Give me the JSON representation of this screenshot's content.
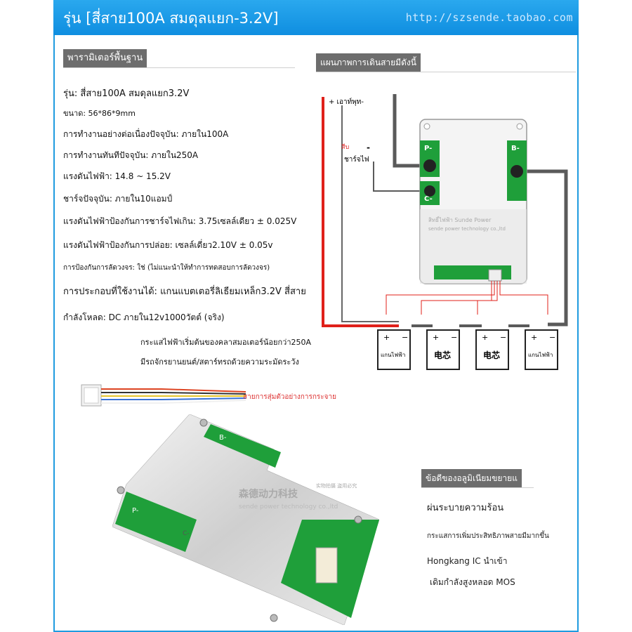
{
  "header": {
    "title": "รุ่น [สี่สาย100A สมดุลแยก-3.2V]",
    "url": "http://szsende.taobao.com"
  },
  "sections": {
    "params_title": "พารามิเตอร์พื้นฐาน",
    "wiring_title": "แผนภาพการเดินสายมีดังนี้",
    "advantages_title": "ข้อดีของอลูมิเนียมขยายแ"
  },
  "params": [
    "รุ่น: สี่สาย100A สมดุลแยก3.2V",
    "ขนาด: 56*86*9mm",
    "การทำงานอย่างต่อเนื่องปัจจุบัน: ภายใน100A",
    "การทำงานทันทีปัจจุบัน: ภายใน250A",
    "แรงดันไฟฟ้า: 14.8 ~ 15.2V",
    "ชาร์จปัจจุบัน: ภายใน10แอมป์",
    "แรงดันไฟฟ้าป้องกันการชาร์จไฟเกิน: 3.75เซลล์เดียว ± 0.025V",
    "แรงดันไฟฟ้าป้องกันการปล่อย: เซลล์เดี่ยว2.10V ± 0.05v",
    "การป้องกันการลัดวงจร: ใช่ (ไม่แนะนำให้ทำการทดสอบการลัดวงจร)",
    "การประกอบที่ใช้งานได้: แกนแบตเตอรี่ลิเธียมเหล็ก3.2V สี่สาย",
    "กำลังโหลด: DC ภายใน12v1000วัตต์ (จริง)"
  ],
  "notes": [
    "กระแสไฟฟ้าเริ่มต้นของคลาสมอเตอร์น้อยกว่า250A",
    "มีรถจักรยานยนต์/สตาร์ทรถด้วยความระมัดระวัง"
  ],
  "cable_label": "สายการสุ่มตัวอย่างการกระจาย",
  "diagram": {
    "output_label": "+ เอาท์พุท-",
    "charge_minus": "สีบ",
    "charge_label": "ชาร์จไฟ",
    "dash": "-",
    "pad_p": "P-",
    "pad_c": "C-",
    "pad_b": "B-",
    "brand_line1": "สิทธิ์ไฟฟ้า Sunde Power",
    "brand_line2": "sende power technology co.,ltd",
    "cells": [
      "แกนไฟฟ้า",
      "电芯",
      "电芯",
      "แกนไฟฟ้า"
    ],
    "plus": "+",
    "minus": "−"
  },
  "board": {
    "watermark_cn": "森德动力科技",
    "watermark_small": "实物拍摄 盗用必究",
    "watermark_en": "sende power technology co.,ltd",
    "pad_b": "B-",
    "pad_p": "P-",
    "pad_c": "C-"
  },
  "advantages": [
    "ผ่นระบายความร้อน",
    "กระแสการเพิ่มประสิทธิภาพสายมีมากขึ้น",
    "Hongkang IC นำเข้า",
    "เดิมกำลังสูงหลอด MOS"
  ],
  "colors": {
    "header": "#1996e6",
    "section": "#6d6d6d",
    "wire_red": "#e0201a",
    "wire_gray": "#5a5a5a",
    "pcb_green": "#1f9f3a"
  }
}
